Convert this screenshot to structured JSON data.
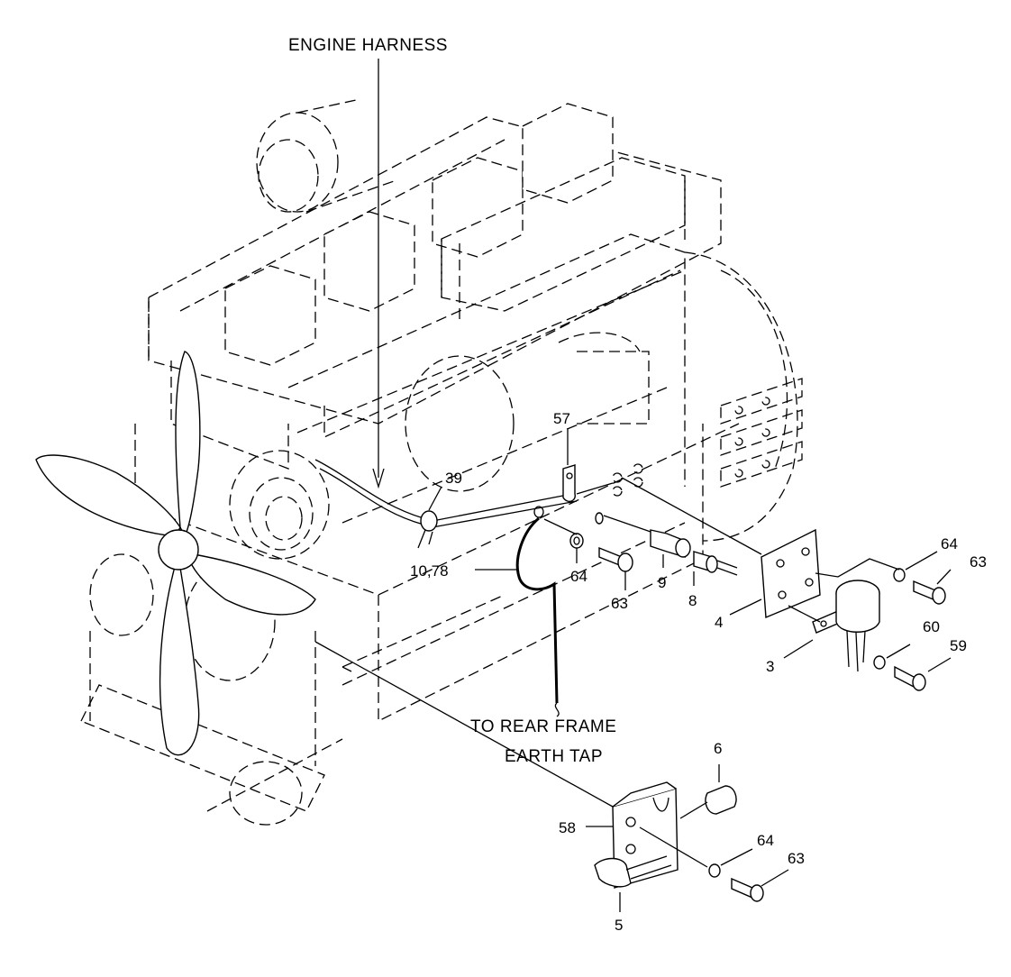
{
  "diagram": {
    "captions": {
      "engine_harness": "ENGINE HARNESS",
      "rear_frame_line1": "TO REAR FRAME",
      "rear_frame_line2": "EARTH TAP"
    },
    "callouts": {
      "c57": "57",
      "c39": "39",
      "c10_78": "10,78",
      "c64_a": "64",
      "c63_a": "63",
      "c9": "9",
      "c8": "8",
      "c4": "4",
      "c64_b": "64",
      "c63_b": "63",
      "c60": "60",
      "c59": "59",
      "c3": "3",
      "c6": "6",
      "c58": "58",
      "c64_c": "64",
      "c63_c": "63",
      "c5": "5"
    }
  }
}
